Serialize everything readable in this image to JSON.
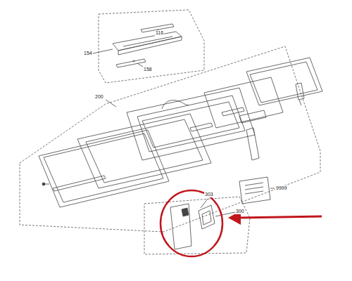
{
  "diagram": {
    "labels": [
      "116",
      "154",
      "158",
      "200",
      "303",
      "300",
      "9999"
    ]
  }
}
